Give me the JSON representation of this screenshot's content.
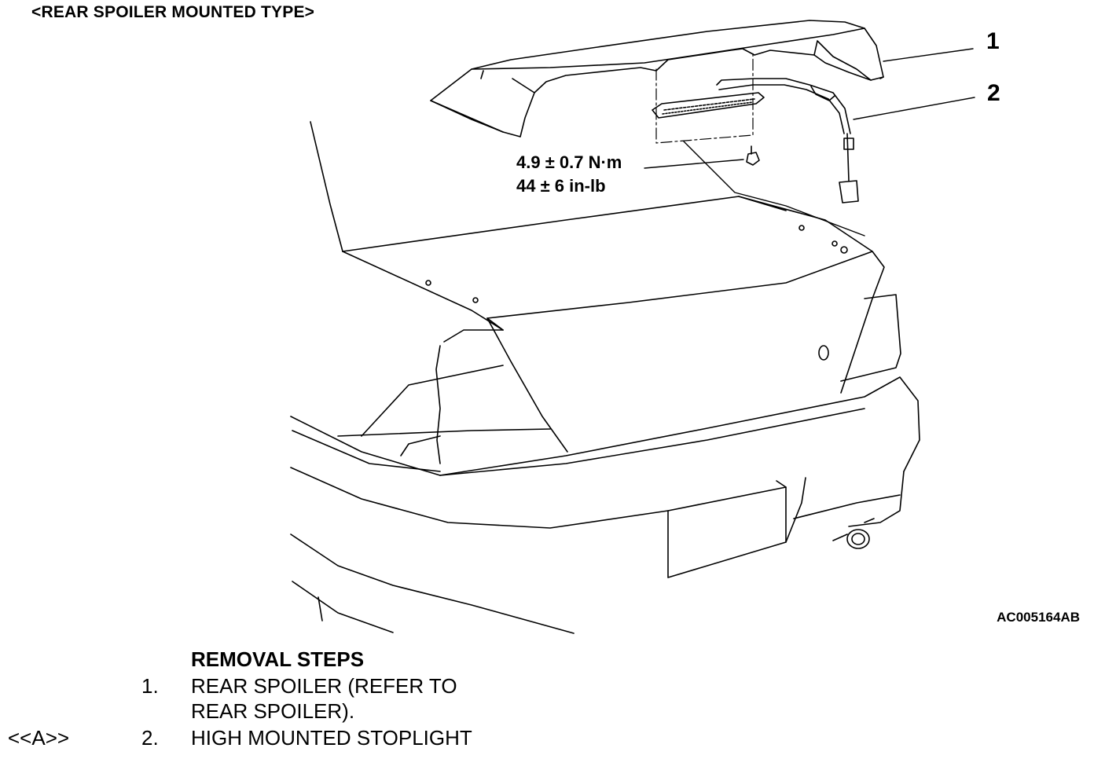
{
  "title": "<REAR SPOILER MOUNTED TYPE>",
  "callouts": {
    "part1": "1",
    "part2": "2"
  },
  "torque": {
    "metric": "4.9 ± 0.7 N·m",
    "imperial": "44 ± 6 in-lb"
  },
  "figure_id": "AC005164AB",
  "removal": {
    "heading": "REMOVAL STEPS",
    "steps": [
      {
        "ref": "",
        "number": "1.",
        "lines": [
          "REAR SPOILER (REFER TO",
          "REAR SPOILER)."
        ]
      },
      {
        "ref": "<<A>>",
        "number": "2.",
        "lines": [
          "HIGH MOUNTED STOPLIGHT"
        ]
      }
    ]
  },
  "colors": {
    "ink": "#000000",
    "paper": "#ffffff"
  }
}
